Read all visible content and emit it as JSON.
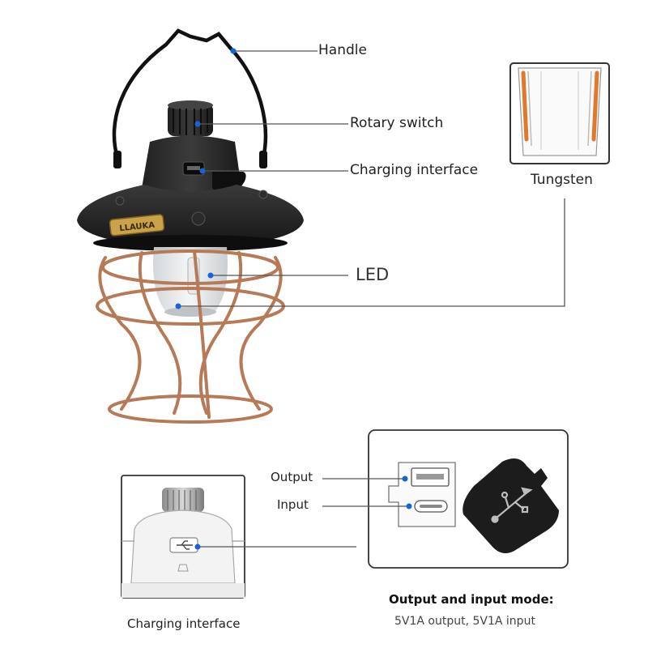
{
  "labels": {
    "handle": "Handle",
    "rotary_switch": "Rotary switch",
    "charging_interface_top": "Charging interface",
    "tungsten": "Tungsten",
    "led": "LED",
    "output": "Output",
    "input": "Input",
    "mode_title": "Output and input mode:",
    "mode_detail": "5V1A output, 5V1A input",
    "charging_interface_bottom": "Charging interface",
    "badge_text": "LLAUKA"
  },
  "colors": {
    "leader_dot": "#1565d8",
    "leader_line": "#555555",
    "lamp_body": "#1c1c1c",
    "cage_copper": "#b77a57",
    "tungsten_filament": "#e07a2a",
    "badge_gold": "#c9a24a"
  }
}
